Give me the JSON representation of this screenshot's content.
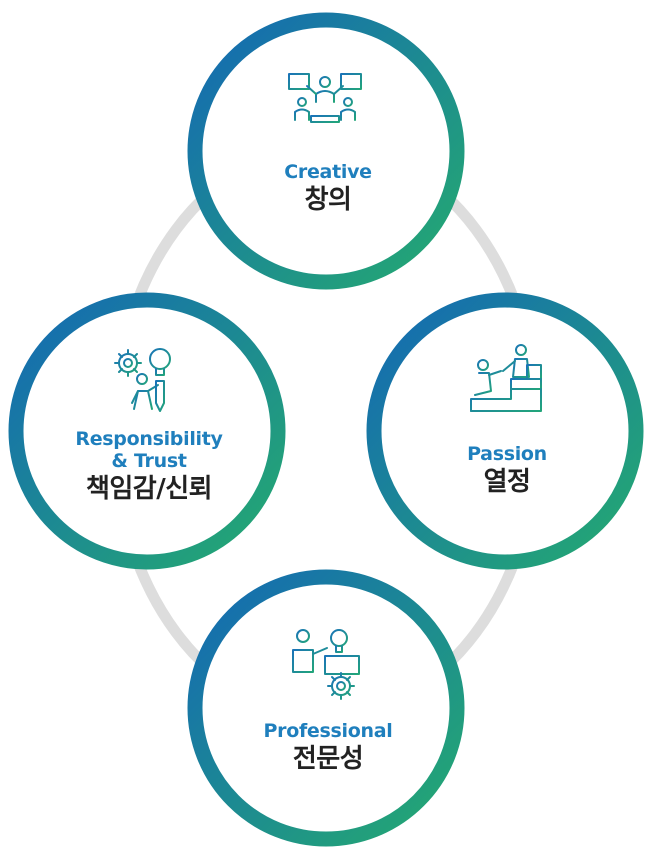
{
  "colors": {
    "ring_start": "#1b6fb8",
    "ring_end": "#24a872",
    "connector": "#dcdcdc",
    "icon_stroke": "#1e8aa0",
    "english_label": "#1f7fbd",
    "korean_label": "#222222"
  },
  "values": [
    {
      "id": "creative",
      "english": "Creative",
      "korean": "창의",
      "icon": "team-meeting-icon"
    },
    {
      "id": "responsibility",
      "english_line1": "Responsibility",
      "english_line2": "& Trust",
      "korean": "책임감/신뢰",
      "icon": "idea-gear-person-icon"
    },
    {
      "id": "passion",
      "english": "Passion",
      "korean": "열정",
      "icon": "helping-climb-icon"
    },
    {
      "id": "professional",
      "english": "Professional",
      "korean": "전문성",
      "icon": "presenter-gear-icon"
    }
  ]
}
